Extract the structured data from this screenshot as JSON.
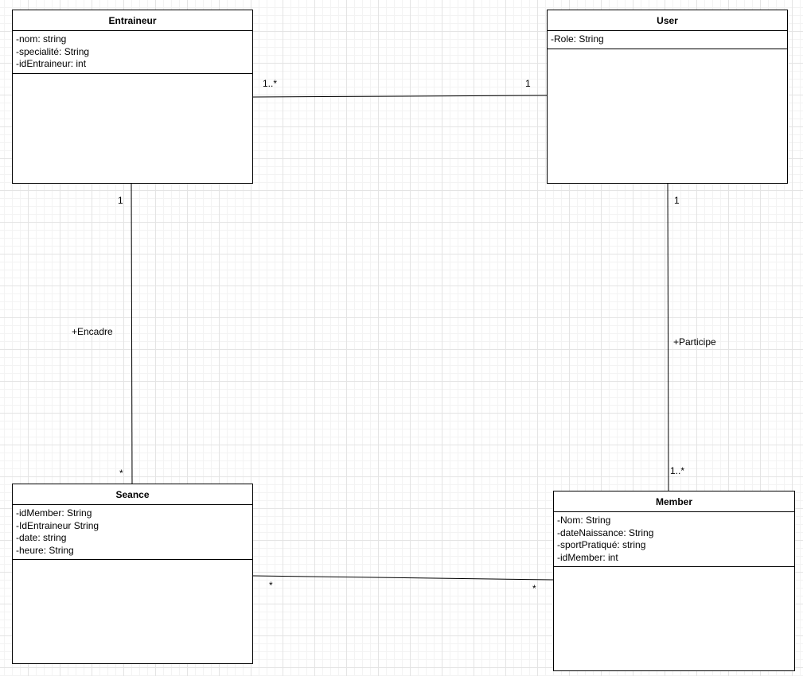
{
  "classes": {
    "entraineur": {
      "name": "Entraineur",
      "attributes": [
        "-nom: string",
        "-specialité: String",
        "-idEntraineur: int"
      ]
    },
    "user": {
      "name": "User",
      "attributes": [
        "-Role: String"
      ]
    },
    "seance": {
      "name": "Seance",
      "attributes": [
        "-idMember: String",
        "-IdEntraineur String",
        "-date: string",
        "-heure: String"
      ]
    },
    "member": {
      "name": "Member",
      "attributes": [
        "-Nom: String",
        "-dateNaissance: String",
        "-sportPratiqué: string",
        "-idMember: int"
      ]
    }
  },
  "associations": {
    "entraineur_user": {
      "source_mult": "1..*",
      "target_mult": "1"
    },
    "entraineur_seance": {
      "role": "+Encadre",
      "source_mult": "1",
      "target_mult": "*"
    },
    "user_member": {
      "role": "+Participe",
      "source_mult": "1",
      "target_mult": "1..*"
    },
    "seance_member": {
      "source_mult": "*",
      "target_mult": "*"
    }
  }
}
